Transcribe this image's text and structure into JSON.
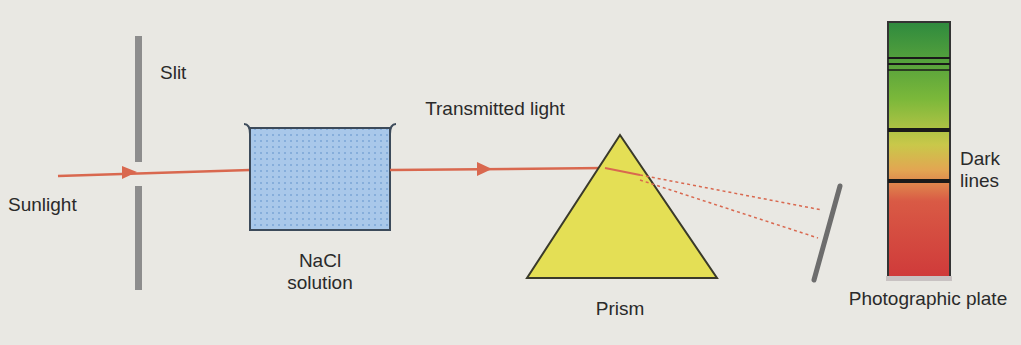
{
  "diagram": {
    "labels": [
      "Slit",
      "Sunlight",
      "NaCl solution",
      "Transmitted light",
      "Prism",
      "Dark lines",
      "Photographic plate"
    ]
  }
}
